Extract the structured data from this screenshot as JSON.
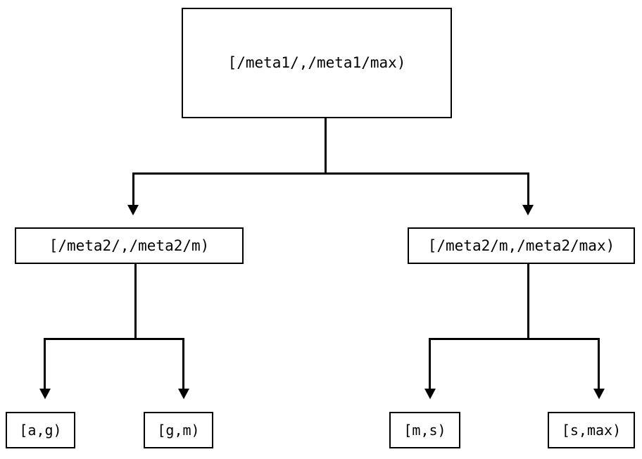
{
  "diagram": {
    "type": "interval-partition-tree",
    "orientation": "top-down",
    "levels": 3,
    "nodes": {
      "root": {
        "label": "[/meta1/,/meta1/max)"
      },
      "mid_left": {
        "label": "[/meta2/,/meta2/m)"
      },
      "mid_right": {
        "label": "[/meta2/m,/meta2/max)"
      },
      "leaf_1": {
        "label": "[a,g)"
      },
      "leaf_2": {
        "label": "[g,m)"
      },
      "leaf_3": {
        "label": "[m,s)"
      },
      "leaf_4": {
        "label": "[s,max)"
      }
    },
    "edges": [
      {
        "from": "root",
        "to": "mid_left"
      },
      {
        "from": "root",
        "to": "mid_right"
      },
      {
        "from": "mid_left",
        "to": "leaf_1"
      },
      {
        "from": "mid_left",
        "to": "leaf_2"
      },
      {
        "from": "mid_right",
        "to": "leaf_3"
      },
      {
        "from": "mid_right",
        "to": "leaf_4"
      }
    ],
    "style": {
      "background": "#ffffff",
      "stroke": "#000000",
      "text": "#000000",
      "arrowhead": "filled-triangle-down"
    }
  }
}
